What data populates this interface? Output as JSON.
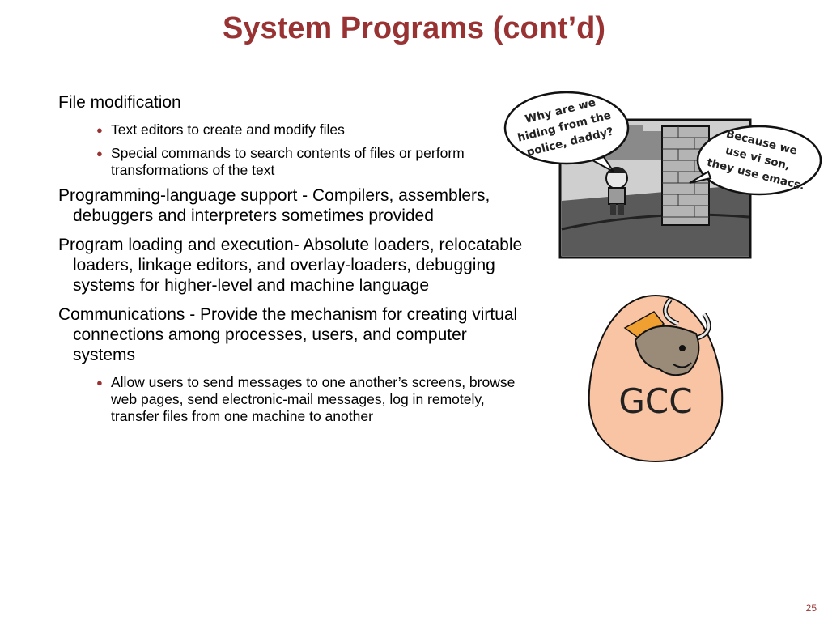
{
  "slide": {
    "title": "System Programs (cont’d)",
    "page_number": "25"
  },
  "content": {
    "items": [
      {
        "text": "File modification",
        "subitems": [
          "Text editors to create and modify files",
          "Special commands to search contents of files or perform transformations of the text"
        ]
      },
      {
        "text": "Programming-language support - Compilers, assemblers, debuggers and interpreters sometimes provided",
        "subitems": []
      },
      {
        "text": "Program loading and execution- Absolute loaders, relocatable loaders, linkage editors, and overlay-loaders, debugging systems for higher-level and machine language",
        "subitems": []
      },
      {
        "text": "Communications - Provide the mechanism for creating virtual connections among processes, users, and computer systems",
        "subitems": [
          "Allow users to send messages to one another’s screens, browse web pages, send electronic-mail messages, log in remotely, transfer files from one machine to another"
        ]
      }
    ]
  },
  "comic": {
    "bubble_left": [
      "Why are we",
      "hiding from the",
      "police, daddy?"
    ],
    "bubble_right": [
      "Because we",
      "use vi son,",
      "they use emacs."
    ]
  },
  "gcc_logo": {
    "text": "GCC"
  },
  "colors": {
    "accent": "#993333",
    "egg": "#f8c4a4"
  }
}
